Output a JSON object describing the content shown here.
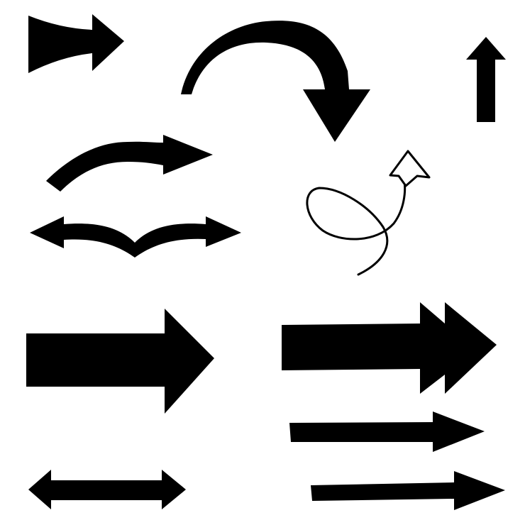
{
  "colors": {
    "background": "#ffffff",
    "ink": "#000000",
    "outline_fill": "#ffffff"
  },
  "arrows": [
    {
      "id": "flared-tail-arrow-right",
      "icon": "arrow-right-icon",
      "style": "filled"
    },
    {
      "id": "curved-arrow-down",
      "icon": "curved-arrow-down-icon",
      "style": "filled"
    },
    {
      "id": "straight-arrow-up",
      "icon": "arrow-up-icon",
      "style": "filled"
    },
    {
      "id": "curved-arrow-right",
      "icon": "curved-arrow-right-icon",
      "style": "filled"
    },
    {
      "id": "looped-arrow-outline",
      "icon": "loop-arrow-icon",
      "style": "outline"
    },
    {
      "id": "wing-double-arrow",
      "icon": "double-headed-arrow-icon",
      "style": "filled"
    },
    {
      "id": "block-arrow-right",
      "icon": "block-arrow-right-icon",
      "style": "filled"
    },
    {
      "id": "double-head-block-arrow-right",
      "icon": "fast-forward-arrow-icon",
      "style": "filled"
    },
    {
      "id": "thin-arrow-right",
      "icon": "arrow-right-icon",
      "style": "filled"
    },
    {
      "id": "double-headed-arrow-horizontal",
      "icon": "double-headed-arrow-icon",
      "style": "filled"
    },
    {
      "id": "tapered-arrow-right",
      "icon": "tapered-arrow-right-icon",
      "style": "filled"
    }
  ]
}
